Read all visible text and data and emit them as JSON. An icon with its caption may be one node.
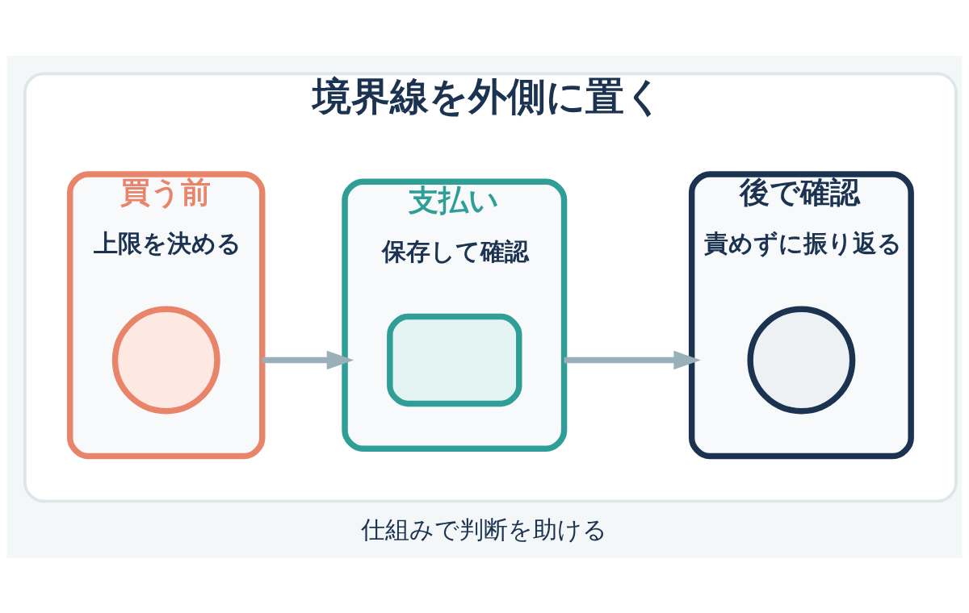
{
  "diagram": {
    "caption": "仕組みで判断を助ける",
    "nodes": [
      {
        "text": [
          "境界線を外側に置く"
        ]
      },
      {
        "text": [
          "買う前",
          "上限を決める"
        ],
        "in": 0
      },
      {
        "text": [],
        "shape": "circle",
        "in": 1
      },
      {
        "text": [
          "支払い",
          "保存して確認"
        ],
        "in": 0
      },
      {
        "text": [],
        "shape": "box",
        "in": 3
      },
      {
        "text": [
          "後で確認",
          "責めずに振り返る"
        ],
        "in": 0
      },
      {
        "text": [],
        "shape": "circle",
        "in": 5
      }
    ],
    "edges": [
      {
        "from": 1,
        "to": 3,
        "arrow": "to"
      },
      {
        "from": 3,
        "to": 5,
        "arrow": "to"
      }
    ]
  }
}
